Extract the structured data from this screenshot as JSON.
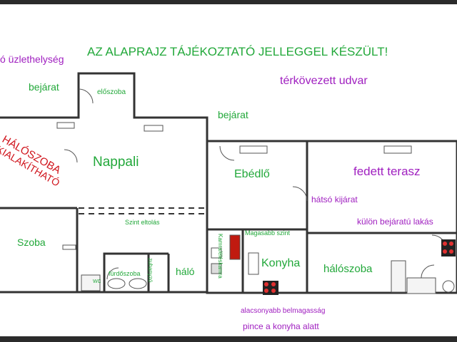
{
  "notice": "AZ ALAPRAJZ TÁJÉKOZTATÓ JELLEGGEL KÉSZÜLT!",
  "labels": {
    "shop": "ó  üzlethelység",
    "entrance_left": "bejárat",
    "hall": "előszoba",
    "paved_yard": "térkövezett udvar",
    "entrance_mid": "bejárat",
    "bedroom_note_1": "HÁLÓSZOBA",
    "bedroom_note_2": "KIALAKÍTHATÓ",
    "living_room": "Nappali",
    "dining": "Ebédlő",
    "covered_terrace": "fedett terasz",
    "back_exit": "hátsó kijárat",
    "separate_flat": "külön bejáratú  lakás",
    "level_change": "Szint eltolás",
    "higher_level": "Magasabb szint",
    "room": "Szoba",
    "pantry": "Kamra/éléskamra",
    "kitchen": "Konyha",
    "bedroom_right": "hálószoba",
    "bathroom": "fürdőszoba",
    "wc": "WC",
    "wardrobe": "zuhanyzó",
    "bedroom_small": "háló",
    "lower_height": "alacsonyabb belmagasság",
    "cellar": "pince a konyha alatt"
  },
  "colors": {
    "notice": "#22a83a",
    "room_labels": "#22a83a",
    "notes": "#a020c0",
    "highlight": "#d0141c",
    "walls": "#333333",
    "frame": "#2b2b2b"
  }
}
